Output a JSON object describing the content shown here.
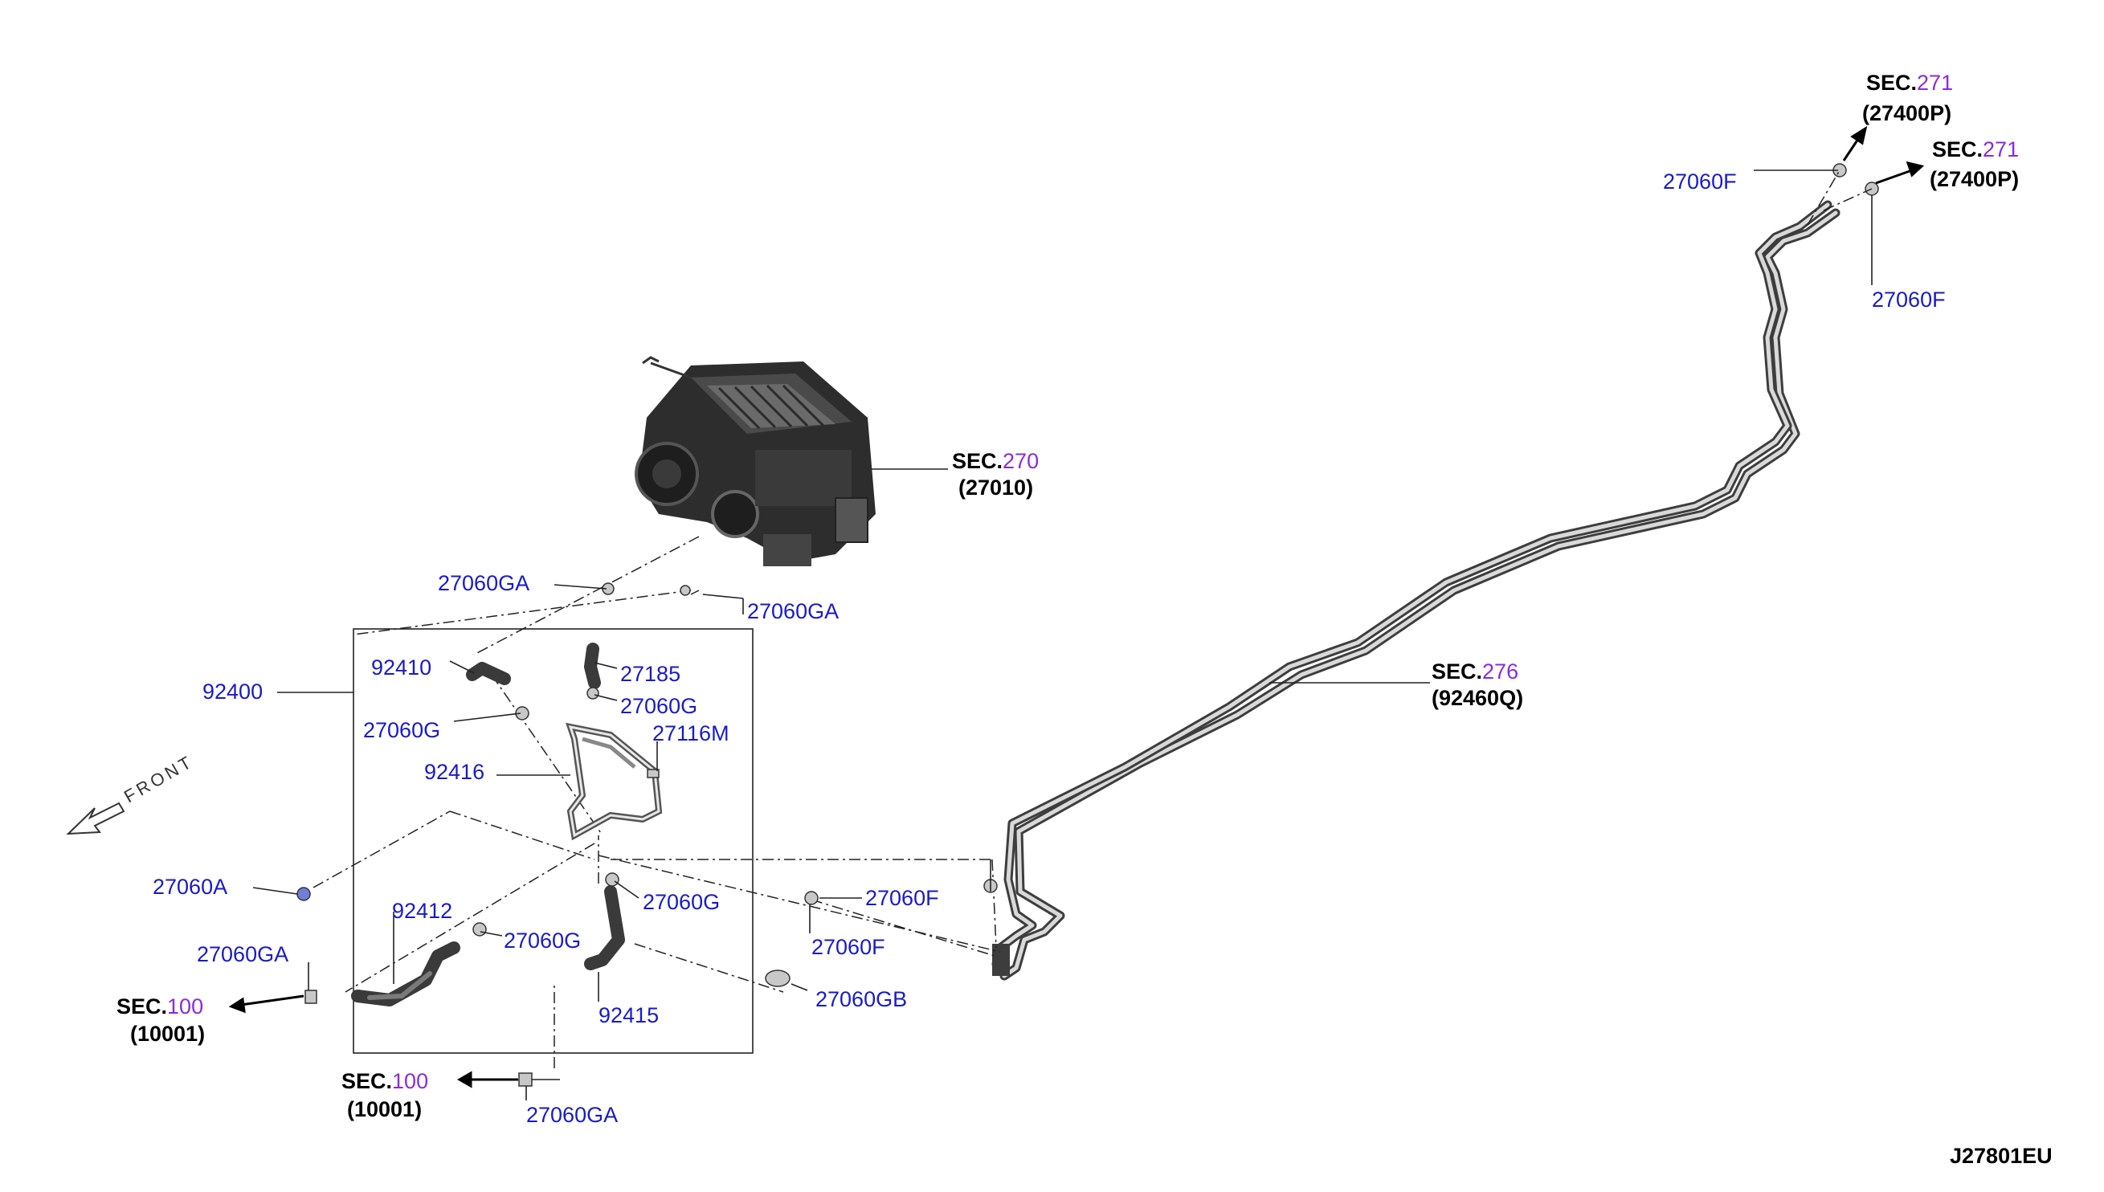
{
  "diagram_id": "J27801EU",
  "front_label": "FRONT",
  "sections": {
    "sec270": {
      "prefix": "SEC.",
      "num": "270",
      "ref": "(27010)"
    },
    "sec276": {
      "prefix": "SEC.",
      "num": "276",
      "ref": "(92460Q)"
    },
    "sec271a": {
      "prefix": "SEC.",
      "num": "271",
      "ref": "(27400P)"
    },
    "sec271b": {
      "prefix": "SEC.",
      "num": "271",
      "ref": "(27400P)"
    },
    "sec100a": {
      "prefix": "SEC.",
      "num": "100",
      "ref": "(10001)"
    },
    "sec100b": {
      "prefix": "SEC.",
      "num": "100",
      "ref": "(10001)"
    }
  },
  "parts": {
    "p27060GA_top": "27060GA",
    "p27060GA_top2": "27060GA",
    "p92400": "92400",
    "p92410": "92410",
    "p27185": "27185",
    "p27060G_a": "27060G",
    "p27060G_b": "27060G",
    "p27116M": "27116M",
    "p92416": "92416",
    "p27060A": "27060A",
    "p92412": "92412",
    "p27060G_c": "27060G",
    "p27060G_d": "27060G",
    "p27060F_a": "27060F",
    "p27060F_b": "27060F",
    "p27060GA_left": "27060GA",
    "p92415": "92415",
    "p27060GB": "27060GB",
    "p27060GA_bottom": "27060GA",
    "p27060F_tr1": "27060F",
    "p27060F_tr2": "27060F"
  }
}
